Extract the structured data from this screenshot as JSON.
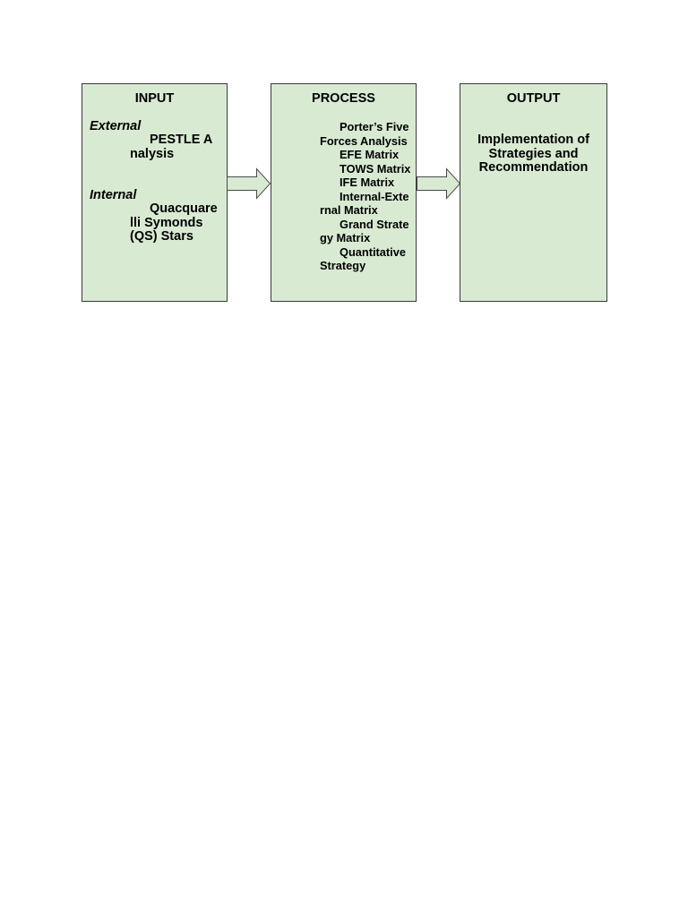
{
  "colors": {
    "box_fill": "#d9ead3",
    "box_border": "#3a3a3a",
    "arrow_fill": "#d9ead3",
    "arrow_stroke": "#4a4a4a",
    "text": "#000000"
  },
  "input": {
    "title": "INPUT",
    "external_label": "External",
    "external_item": "PESTLE Analysis",
    "internal_label": "Internal",
    "internal_item": "Quacquarelli Symonds (QS) Stars"
  },
  "process": {
    "title": "PROCESS",
    "items": [
      "Porter’s Five Forces Analysis",
      "EFE  Matrix",
      "TOWS Matrix",
      "IFE Matrix",
      "Internal-External Matrix",
      "Grand Strategy Matrix",
      "Quantitative Strategy"
    ]
  },
  "output": {
    "title": "OUTPUT",
    "text": "Implementation of Strategies and Recommendation"
  },
  "arrows": {
    "icon": "right-arrow-icon"
  }
}
